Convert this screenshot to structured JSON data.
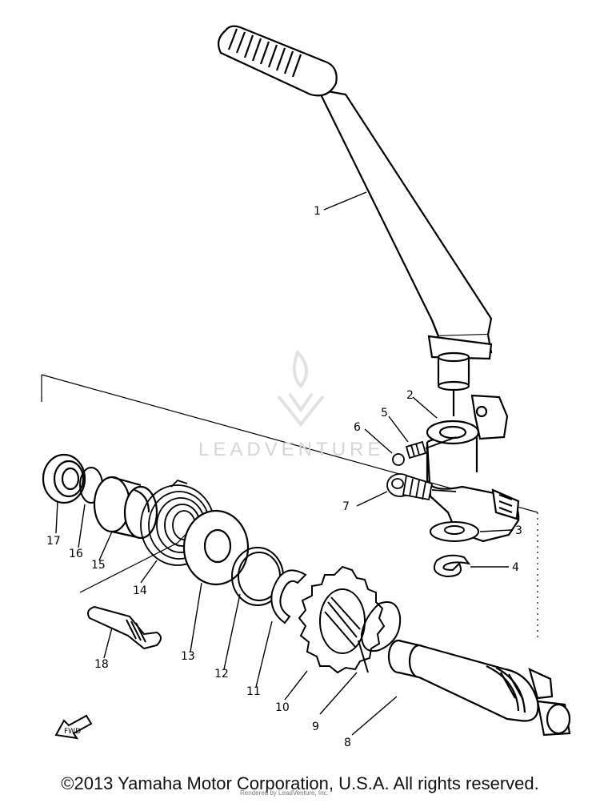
{
  "callouts": [
    {
      "num": "1"
    },
    {
      "num": "2"
    },
    {
      "num": "3"
    },
    {
      "num": "4"
    },
    {
      "num": "5"
    },
    {
      "num": "6"
    },
    {
      "num": "7"
    },
    {
      "num": "8"
    },
    {
      "num": "9"
    },
    {
      "num": "10"
    },
    {
      "num": "11"
    },
    {
      "num": "12"
    },
    {
      "num": "13"
    },
    {
      "num": "14"
    },
    {
      "num": "15"
    },
    {
      "num": "16"
    },
    {
      "num": "17"
    },
    {
      "num": "18"
    }
  ],
  "front_arrow_label": "FWD",
  "watermark": "LEADVENTURE",
  "footer": {
    "copyright": "©2013 Yamaha Motor Corporation, U.S.A. All rights reserved.",
    "subnote": "Rendered by LeadVenture, Inc."
  }
}
